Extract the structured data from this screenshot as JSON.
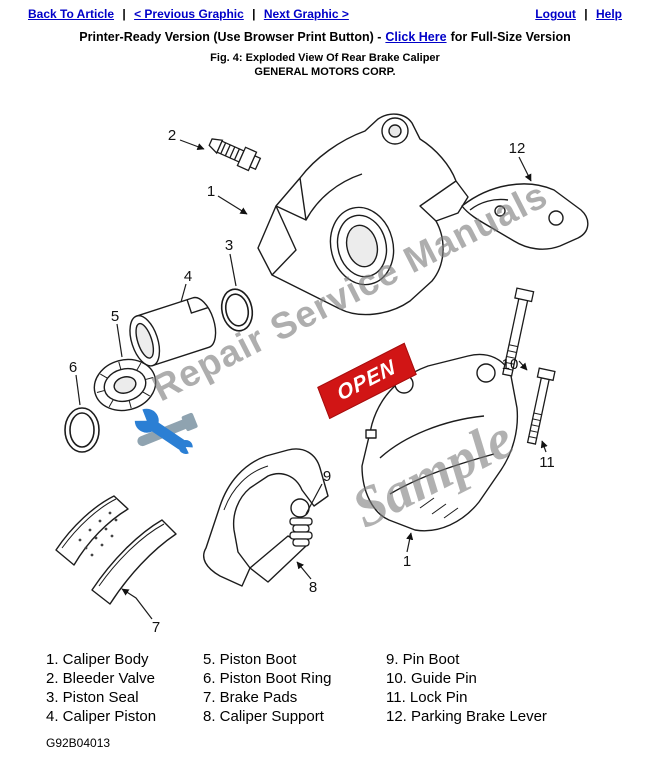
{
  "header": {
    "back_to_article": "Back To Article",
    "previous_graphic": "< Previous Graphic",
    "next_graphic": "Next Graphic >",
    "logout": "Logout",
    "help": "Help",
    "sep": "|"
  },
  "title": {
    "prefix": "Printer-Ready Version (Use Browser Print Button) -",
    "link": "Click Here",
    "suffix": "for Full-Size Version"
  },
  "figure": {
    "caption": "Fig. 4: Exploded View Of Rear Brake Caliper",
    "manufacturer": "GENERAL MOTORS CORP."
  },
  "watermark": {
    "line1": "Repair Service Manuals",
    "line2": "Sample",
    "stamp": "OPEN",
    "stamp_color": "#d11515",
    "text_color": "#7d7d7d"
  },
  "diagram": {
    "callouts": [
      {
        "n": "2"
      },
      {
        "n": "1"
      },
      {
        "n": "12"
      },
      {
        "n": "3"
      },
      {
        "n": "4"
      },
      {
        "n": "5"
      },
      {
        "n": "6"
      },
      {
        "n": "10"
      },
      {
        "n": "11"
      },
      {
        "n": "9"
      },
      {
        "n": "8"
      },
      {
        "n": "1"
      },
      {
        "n": "7"
      }
    ]
  },
  "legend": {
    "columns": [
      {
        "items": [
          "1. Caliper Body",
          "2. Bleeder Valve",
          "3. Piston Seal",
          "4. Caliper Piston"
        ]
      },
      {
        "items": [
          "5. Piston Boot",
          "6. Piston Boot Ring",
          "7. Brake Pads",
          "8. Caliper Support"
        ]
      },
      {
        "items": [
          "9. Pin Boot",
          "10. Guide Pin",
          "11. Lock Pin",
          "12. Parking Brake Lever"
        ]
      }
    ]
  },
  "footer": {
    "code": "G92B04013"
  }
}
